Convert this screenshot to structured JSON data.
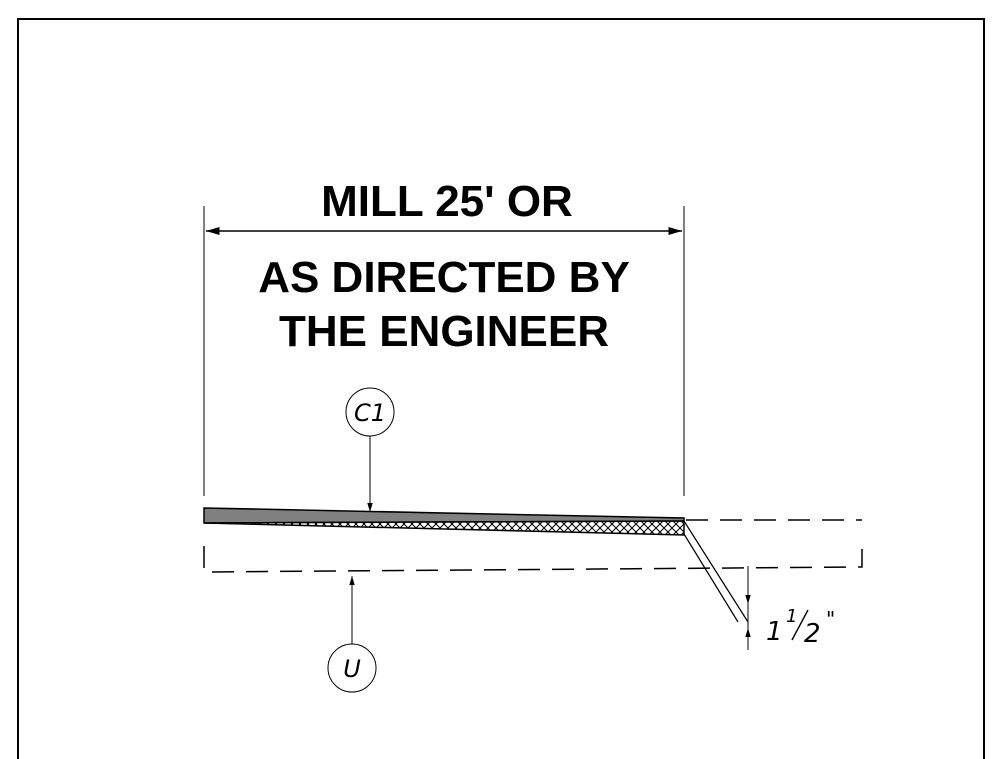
{
  "labels": {
    "line1": "MILL 25' OR",
    "line2": "AS DIRECTED  BY",
    "line3": "THE  ENGINEER"
  },
  "callouts": {
    "top": "C1",
    "bottom": "U"
  },
  "dimension": {
    "whole": "1",
    "numerator": "1",
    "denominator": "2",
    "unit": "\""
  },
  "colors": {
    "line": "#000000",
    "overlay_fill": "#808080",
    "hatch": "#000000"
  }
}
